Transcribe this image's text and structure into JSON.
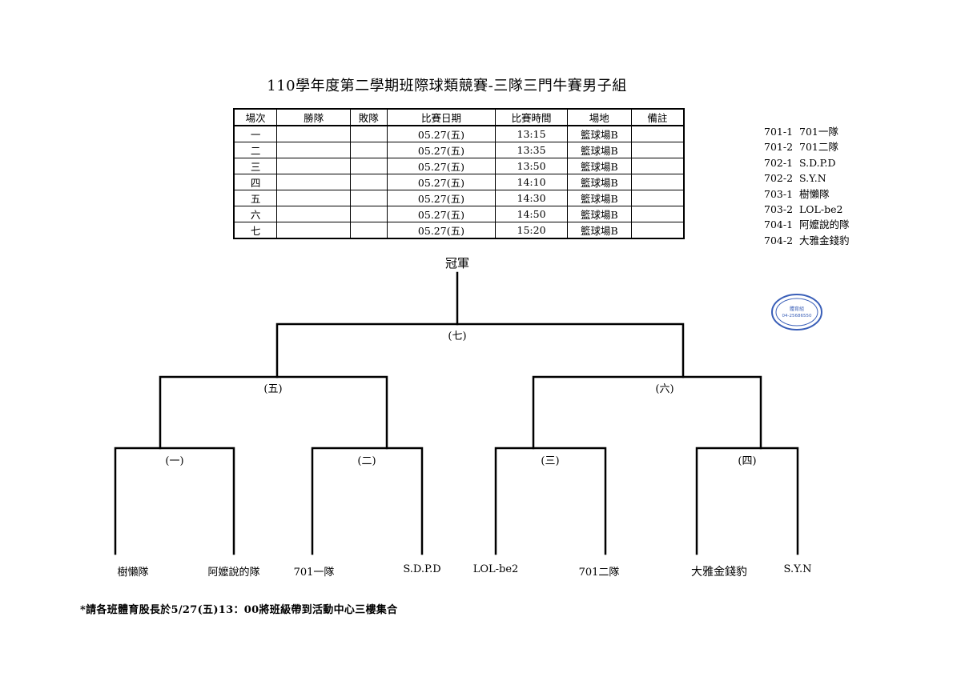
{
  "title": "110學年度第二學期班際球類競賽-三隊三門牛賽男子組",
  "table": {
    "headers": [
      "場次",
      "勝隊",
      "敗隊",
      "比賽日期",
      "比賽時間",
      "場地",
      "備註"
    ],
    "rows": [
      {
        "match": "一",
        "winner": "",
        "loser": "",
        "date": "05.27(五)",
        "time": "13:15",
        "venue": "籃球場B",
        "note": ""
      },
      {
        "match": "二",
        "winner": "",
        "loser": "",
        "date": "05.27(五)",
        "time": "13:35",
        "venue": "籃球場B",
        "note": ""
      },
      {
        "match": "三",
        "winner": "",
        "loser": "",
        "date": "05.27(五)",
        "time": "13:50",
        "venue": "籃球場B",
        "note": ""
      },
      {
        "match": "四",
        "winner": "",
        "loser": "",
        "date": "05.27(五)",
        "time": "14:10",
        "venue": "籃球場B",
        "note": ""
      },
      {
        "match": "五",
        "winner": "",
        "loser": "",
        "date": "05.27(五)",
        "time": "14:30",
        "venue": "籃球場B",
        "note": ""
      },
      {
        "match": "六",
        "winner": "",
        "loser": "",
        "date": "05.27(五)",
        "time": "14:50",
        "venue": "籃球場B",
        "note": ""
      },
      {
        "match": "七",
        "winner": "",
        "loser": "",
        "date": "05.27(五)",
        "time": "15:20",
        "venue": "籃球場B",
        "note": ""
      }
    ]
  },
  "legend": [
    {
      "code": "701-1",
      "team": "701一隊"
    },
    {
      "code": "701-2",
      "team": "701二隊"
    },
    {
      "code": "702-1",
      "team": "S.D.P.D"
    },
    {
      "code": "702-2",
      "team": "S.Y.N"
    },
    {
      "code": "703-1",
      "team": "樹懶隊"
    },
    {
      "code": "703-2",
      "team": "LOL-be2"
    },
    {
      "code": "704-1",
      "team": "阿嬤說的隊"
    },
    {
      "code": "704-2",
      "team": "大雅金錢豹"
    }
  ],
  "bracket": {
    "champion_label": "冠軍",
    "match_labels": {
      "m1": "(一)",
      "m2": "(二)",
      "m3": "(三)",
      "m4": "(四)",
      "m5": "(五)",
      "m6": "(六)",
      "m7": "(七)"
    },
    "teams": [
      "樹懶隊",
      "阿嬤說的隊",
      "701一隊",
      "S.D.P.D",
      "LOL-be2",
      "701二隊",
      "大雅金錢豹",
      "S.Y.N"
    ]
  },
  "seal": {
    "line1": "體育組",
    "line2": "04-25686550",
    "color": "#3a5fb8"
  },
  "footnote": "*請各班體育股長於5/27(五)13：00將班級帶到活動中心三樓集合"
}
